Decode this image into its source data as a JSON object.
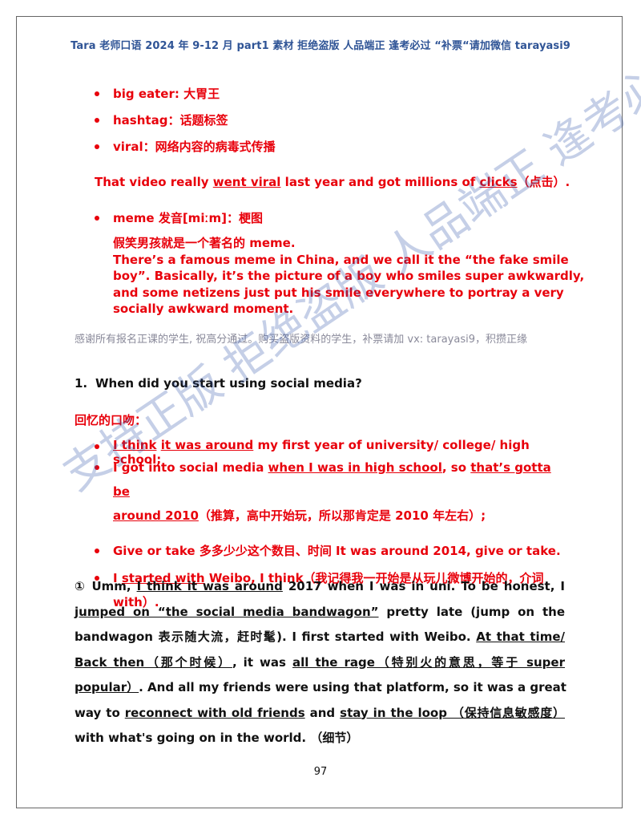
{
  "header": "Tara 老师口语 2024 年 9-12 月 part1 素材   拒绝盗版 人品端正 逢考必过 “补票“请加微信 tarayasi9",
  "vocab": [
    {
      "term": "big eater: ",
      "meaning": "大胃王"
    },
    {
      "term": "hashtag",
      "meaning": "：话题标签"
    },
    {
      "term": "viral",
      "meaning": "：网络内容的病毒式传播"
    }
  ],
  "viral_example": {
    "a": "That video really ",
    "u1": "went viral",
    "b": " last year and got millions of ",
    "u2": "clicks",
    "c": "（点击）."
  },
  "meme": {
    "term": "meme 发音[miːm]：梗图",
    "cn": "假笑男孩就是一个著名的 meme.",
    "en_lines": [
      "There’s a famous meme in China, and we call it the “the fake smile",
      "boy”. Basically, it’s the picture of a boy who smiles super awkwardly,",
      "and some netizens just put his smile everywhere to portray a very",
      "socially awkward moment."
    ]
  },
  "note": "感谢所有报名正课的学生, 祝高分通过。购买盗版资料的学生，补票请加 vx: tarayasi9，积攒正缘",
  "question": {
    "num": "1.",
    "text": "When did you start using social media?"
  },
  "recall_heading": "回忆的口吻：",
  "recall": {
    "b1": {
      "u1": "I think",
      "a": " ",
      "u2": "it was around",
      "b": " my first year of university/ college/ high school;"
    },
    "b2": {
      "a": "I got into social media ",
      "u1": "when I was in high school",
      "b": ", so ",
      "u2": "that’s gotta be",
      "u3": "around 2010",
      "c": "（推算，高中开始玩，所以那肯定是 2010 年左右）;"
    },
    "b3": "Give or take 多多少少这个数目、时间 It was around 2014, give or take.",
    "b4": {
      "a": "I ",
      "u1": "started with",
      "b": " Weibo, I think（我记得我一开始是从玩儿微博开始的，介词",
      "c": "with）."
    }
  },
  "answer": {
    "l1": {
      "a": "①      Umm, ",
      "u1": "I think it was around",
      "b": " 2017 when I was in uni. To be honest, I"
    },
    "l2": {
      "u1": "jumped on “the social media bandwagon”",
      "b": " pretty late (jump on the"
    },
    "l3": "bandwagon 表示随大流，赶时髦). I first started with Weibo. ",
    "l3u": "At that time/",
    "l4": {
      "u1": "Back then（那个时候）",
      "a": ", it was ",
      "u2": "all the rage（特别火的意思，等于 super"
    },
    "l5": {
      "u1": "popular）",
      "a": ". And all my friends were using that platform, so it was a great"
    },
    "l6": {
      "a": "way to ",
      "u1": "reconnect with old friends",
      "b": " and ",
      "u2": "stay in the loop （保持信息敏感度）"
    },
    "l7": "with what's going on in the world. （细节）"
  },
  "watermark": "支持正版 拒绝盗版 人品端正 逢考必过",
  "page_number": "97"
}
